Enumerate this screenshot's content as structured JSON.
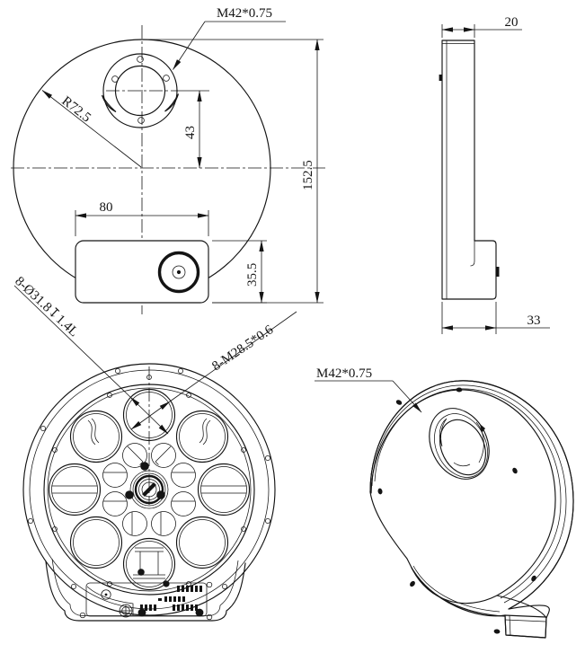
{
  "drawing": {
    "front_view": {
      "thread_label": "M42*0.75",
      "radius_label": "R72.5",
      "dims": {
        "port_offset": "43",
        "overall_height": "152.5",
        "housing_width": "80",
        "housing_height": "35.5"
      }
    },
    "side_view": {
      "dims": {
        "thickness": "20",
        "base_depth": "33"
      }
    },
    "wheel_detail_view": {
      "callouts": {
        "filter_bore": "8-Ø31.8↧1.4L",
        "filter_thread": "8-M28.5*0.6"
      }
    },
    "iso_view": {
      "thread_label": "M42*0.75"
    },
    "colors": {
      "line": "#141414",
      "background": "#ffffff"
    }
  }
}
